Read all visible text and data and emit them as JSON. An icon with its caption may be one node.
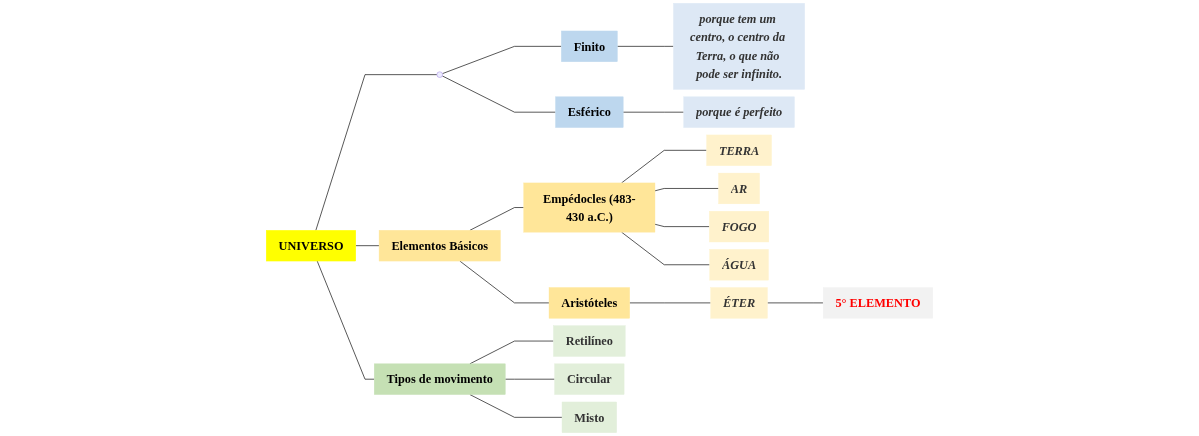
{
  "diagram": {
    "nodes": [
      {
        "text": [
          "UNIVERSO"
        ]
      },
      {
        "text": [],
        "shape": "circle"
      },
      {
        "text": [
          "Finito"
        ]
      },
      {
        "text": [
          "porque tem um centro, o centro da Terra, o que não pode ser infinito."
        ]
      },
      {
        "text": [
          "Esférico"
        ]
      },
      {
        "text": [
          "porque é perfeito"
        ]
      },
      {
        "text": [
          "Elementos Básicos"
        ]
      },
      {
        "text": [
          "Empédocles (483-430 a.C.)"
        ]
      },
      {
        "text": [
          "Aristóteles"
        ]
      },
      {
        "text": [
          "TERRA"
        ]
      },
      {
        "text": [
          "AR"
        ]
      },
      {
        "text": [
          "FOGO"
        ]
      },
      {
        "text": [
          "ÁGUA"
        ]
      },
      {
        "text": [
          "ÉTER"
        ]
      },
      {
        "text": [
          "5° ELEMENTO"
        ]
      },
      {
        "text": [
          "Tipos de movimento"
        ]
      },
      {
        "text": [
          "Retilíneo"
        ]
      },
      {
        "text": [
          "Circular"
        ]
      },
      {
        "text": [
          "Misto"
        ]
      }
    ],
    "edges": [
      {
        "from": 0,
        "to": 1,
        "arrow": "none"
      },
      {
        "from": 1,
        "to": 2,
        "arrow": "none"
      },
      {
        "from": 1,
        "to": 4,
        "arrow": "none"
      },
      {
        "from": 2,
        "to": 3,
        "arrow": "none"
      },
      {
        "from": 4,
        "to": 5,
        "arrow": "none"
      },
      {
        "from": 0,
        "to": 6,
        "arrow": "none"
      },
      {
        "from": 0,
        "to": 15,
        "arrow": "none"
      },
      {
        "from": 6,
        "to": 7,
        "arrow": "none"
      },
      {
        "from": 6,
        "to": 8,
        "arrow": "none"
      },
      {
        "from": 7,
        "to": 9,
        "arrow": "none"
      },
      {
        "from": 7,
        "to": 10,
        "arrow": "none"
      },
      {
        "from": 7,
        "to": 11,
        "arrow": "none"
      },
      {
        "from": 7,
        "to": 12,
        "arrow": "none"
      },
      {
        "from": 8,
        "to": 13,
        "arrow": "none"
      },
      {
        "from": 13,
        "to": 14,
        "arrow": "none"
      },
      {
        "from": 15,
        "to": 16,
        "arrow": "none"
      },
      {
        "from": 15,
        "to": 17,
        "arrow": "none"
      },
      {
        "from": 15,
        "to": 18,
        "arrow": "none"
      }
    ]
  }
}
